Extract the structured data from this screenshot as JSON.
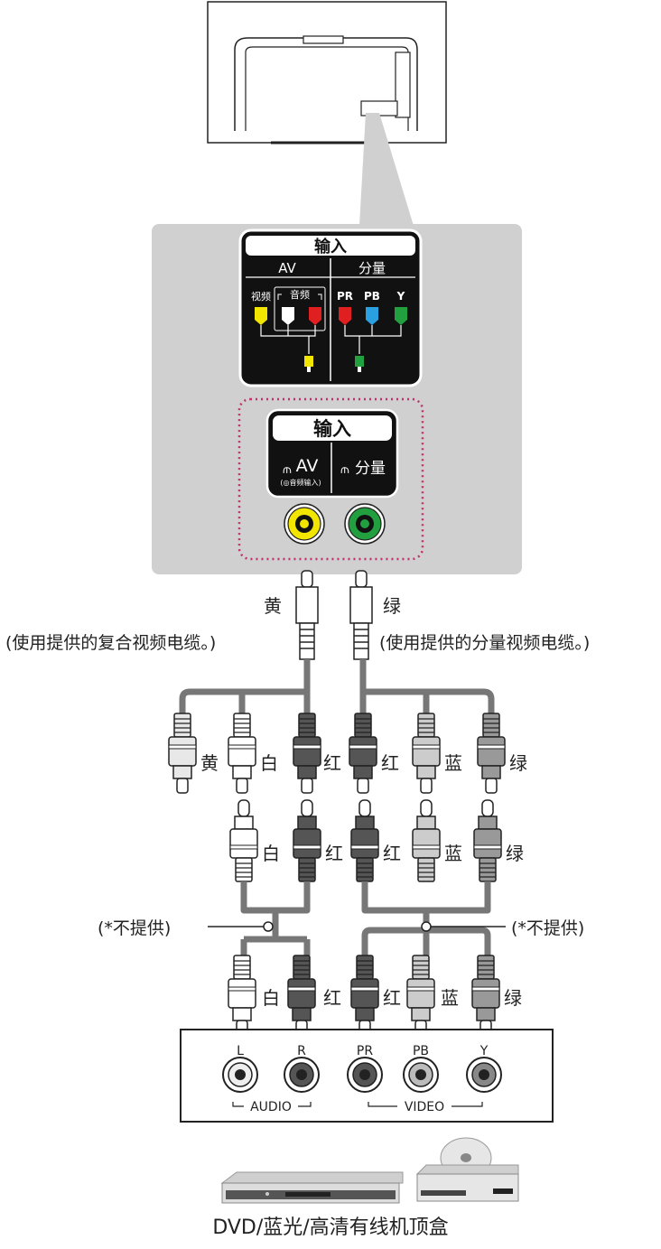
{
  "input_panel": {
    "title": "输入",
    "av_header": "AV",
    "component_header": "分量",
    "video_label": "视频",
    "audio_label": "音频",
    "pr_label": "PR",
    "pb_label": "PB",
    "y_label": "Y"
  },
  "jack_panel": {
    "title": "输入",
    "av_label": "AV",
    "av_sublabel": "(◎音频输入)",
    "component_label": "分量"
  },
  "cables": {
    "left_color": "黄",
    "left_note": "(使用提供的复合视频电缆。)",
    "right_color": "绿",
    "right_note": "(使用提供的分量视频电缆。)",
    "not_supplied_left": "(*不提供)",
    "not_supplied_right": "(*不提供)"
  },
  "plug_labels": {
    "row1": [
      "黄",
      "白",
      "红",
      "红",
      "蓝",
      "绿"
    ],
    "row2": [
      "白",
      "红",
      "红",
      "蓝",
      "绿"
    ],
    "row3": [
      "白",
      "红",
      "红",
      "蓝",
      "绿"
    ]
  },
  "device_panel": {
    "l_label": "L",
    "r_label": "R",
    "pr_label": "PR",
    "pb_label": "PB",
    "y_label": "Y",
    "audio_label": "AUDIO",
    "video_label": "VIDEO"
  },
  "footer": {
    "devices_caption": "DVD/蓝光/高清有线机顶盒"
  },
  "colors": {
    "panel_bg": "#d0d0d0",
    "yellow": "#f2e600",
    "green": "#22a040",
    "red": "#e02020",
    "blue": "#2aa0e0",
    "highlight_border": "#c0306a"
  }
}
